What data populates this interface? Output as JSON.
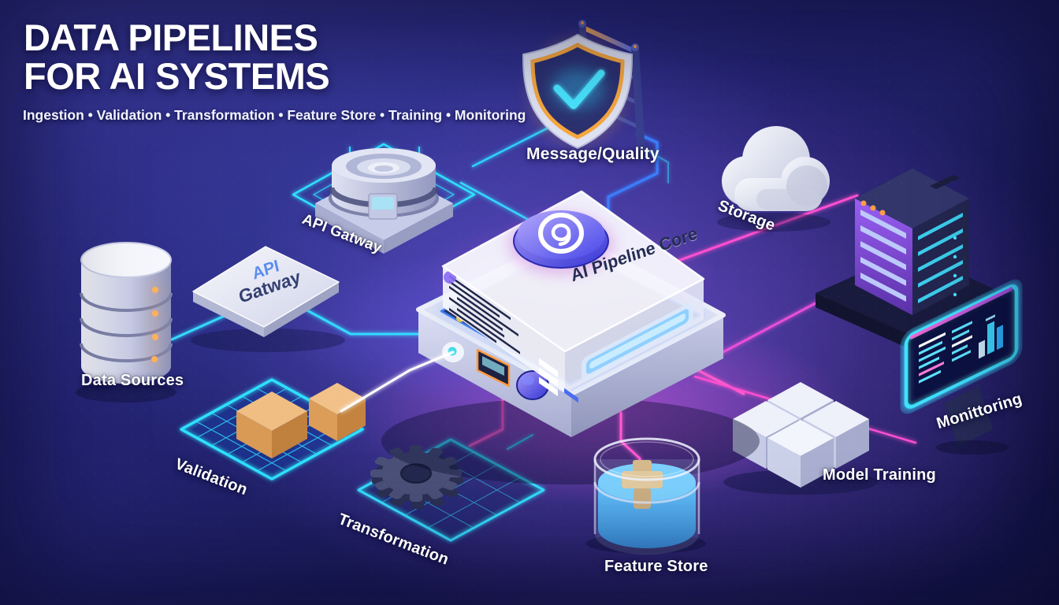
{
  "header": {
    "title_line1": "DATA PIPELINES",
    "title_line2": "FOR AI SYSTEMS",
    "subtitle": "Ingestion • Validation • Transformation • Feature Store • Training • Monitoring"
  },
  "nodes": {
    "message_quality": {
      "label": "Message/Quality",
      "icon": "shield-check-icon"
    },
    "api_gateway_device": {
      "label": "API Gatway",
      "icon": "gateway-disc-icon"
    },
    "api_gateway_panel": {
      "line1": "API",
      "line2": "Gatway",
      "icon": "gateway-panel-icon"
    },
    "data_sources": {
      "label": "Data Sources",
      "icon": "database-icon"
    },
    "validation": {
      "label": "Validation",
      "icon": "inspection-grid-icon"
    },
    "transformation": {
      "label": "Transformation",
      "icon": "gear-icon"
    },
    "feature_store": {
      "label": "Feature Store",
      "icon": "liquid-tank-icon"
    },
    "storage": {
      "label": "Storage",
      "icon": "cloud-icon"
    },
    "model_training": {
      "label": "Model Training",
      "icon": "training-blocks-icon"
    },
    "monitoring": {
      "label": "Monittoring",
      "icon": "dashboard-monitor-icon"
    },
    "ai_pipeline_core": {
      "label": "AI Pipeline Core",
      "icon": "core-device-icon"
    }
  },
  "colors": {
    "background_indigo": "#23236e",
    "neon_cyan": "#35d8ff",
    "neon_magenta": "#ff4fd0",
    "neon_blue": "#3b7cf8",
    "accent_orange": "#f8a83e",
    "panel_api_blue": "#5b8df0",
    "panel_navy": "#333f72",
    "text": "#ffffff"
  }
}
